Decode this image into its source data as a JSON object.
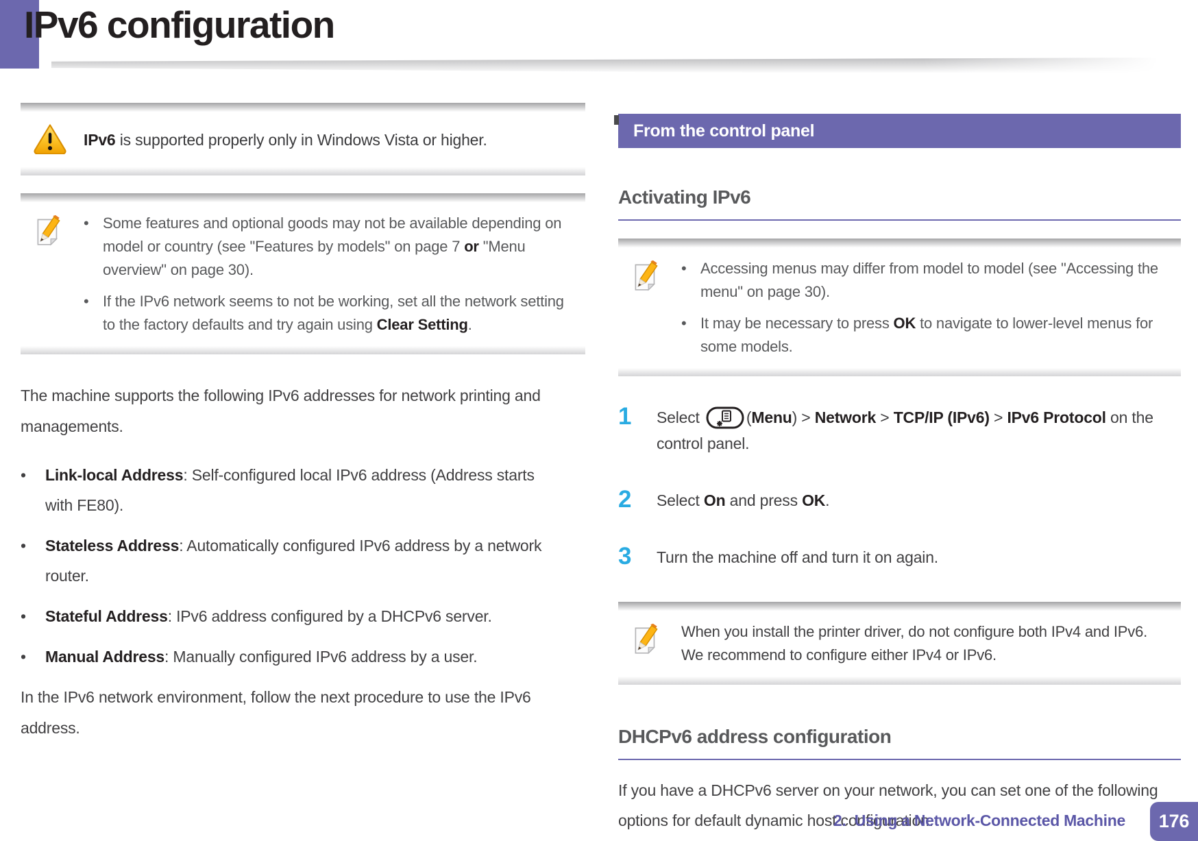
{
  "colors": {
    "purple": "#6C68AE",
    "step_blue": "#29ABE2",
    "heading_gray": "#58595B",
    "body_text": "#414042",
    "footer_purple": "#5B57A7",
    "title_black": "#231F20"
  },
  "header": {
    "title": "IPv6 configuration"
  },
  "left_column": {
    "warning": {
      "icon": "warning-icon",
      "segments": [
        {
          "t": "IPv6",
          "b": true
        },
        {
          "t": " is supported properly only in Windows Vista or higher."
        }
      ]
    },
    "note": {
      "icon": "note-pencil-icon",
      "bullets": [
        [
          {
            "t": "Some features and optional goods may not be available depending on model or country (see \"Features by models\" on page 7 "
          },
          {
            "t": "or",
            "b": true
          },
          {
            "t": " \"Menu overview\" on page 30)."
          }
        ],
        [
          {
            "t": "If the IPv6 network seems to not be working, set all the network setting to the factory defaults and try again using "
          },
          {
            "t": "Clear Setting",
            "b": true
          },
          {
            "t": "."
          }
        ]
      ]
    },
    "intro": "The machine supports the following IPv6 addresses for network printing and managements.",
    "address_bullets": [
      [
        {
          "t": "Link-local Address",
          "b": true
        },
        {
          "t": ": Self-configured local IPv6 address (Address starts with FE80)."
        }
      ],
      [
        {
          "t": "Stateless Address",
          "b": true
        },
        {
          "t": ": Automatically configured IPv6 address by a network router."
        }
      ],
      [
        {
          "t": "Stateful Address",
          "b": true
        },
        {
          "t": ": IPv6 address configured by a DHCPv6 server."
        }
      ],
      [
        {
          "t": "Manual Address",
          "b": true
        },
        {
          "t": ": Manually configured IPv6 address by a user."
        }
      ]
    ],
    "outro": "In the IPv6 network environment, follow the next procedure to use the IPv6 address."
  },
  "right_column": {
    "panel_header": "From the control panel",
    "activating": {
      "heading": "Activating IPv6",
      "note_bullets": [
        [
          {
            "t": "Accessing menus may differ from model to model (see \"Accessing the menu\" on page 30)."
          }
        ],
        [
          {
            "t": "It may be necessary to press "
          },
          {
            "t": "OK",
            "b": true
          },
          {
            "t": " to navigate to lower-level menus for some models."
          }
        ]
      ],
      "steps": [
        {
          "number": "1",
          "pre_icon": [
            {
              "t": "Select "
            }
          ],
          "icon": "menu-button-icon",
          "post_icon": [
            {
              "t": "("
            },
            {
              "t": "Menu",
              "b": true
            },
            {
              "t": ") > "
            },
            {
              "t": "Network",
              "b": true
            },
            {
              "t": " > "
            },
            {
              "t": "TCP/IP (IPv6)",
              "b": true
            },
            {
              "t": " > "
            },
            {
              "t": "IPv6 Protocol",
              "b": true
            },
            {
              "t": " on the control panel."
            }
          ]
        },
        {
          "number": "2",
          "text": [
            {
              "t": "Select "
            },
            {
              "t": "On",
              "b": true
            },
            {
              "t": " and press "
            },
            {
              "t": "OK",
              "b": true
            },
            {
              "t": "."
            }
          ]
        },
        {
          "number": "3",
          "text": [
            {
              "t": "Turn the machine off and turn it on again."
            }
          ]
        }
      ],
      "note2": [
        {
          "t": "When you install the printer driver, do not configure both IPv4 and IPv6. We recommend to configure either IPv4 or IPv6."
        }
      ]
    },
    "dhcpv6": {
      "heading": "DHCPv6 address configuration",
      "body": "If you have a DHCPv6 server on your network, you can set one of the following options for default dynamic host configuration."
    }
  },
  "footer": {
    "chapter": "2.  Using a Network-Connected Machine",
    "page_number": "176"
  }
}
